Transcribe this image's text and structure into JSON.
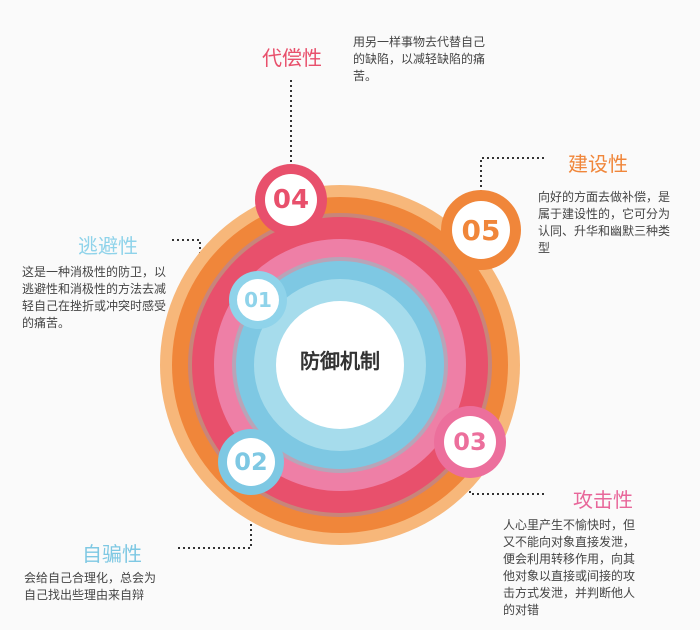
{
  "center_label": "防御机制",
  "items": [
    {
      "num": "01",
      "title": "逃避性",
      "desc": "这是一种消极性的防卫，以逃避性和消极性的方法去减轻自己在挫折或冲突时感受的痛苦。",
      "color": "#8fd3ea"
    },
    {
      "num": "02",
      "title": "自骗性",
      "desc": "会给自己合理化，总会为自己找出些理由来自辩",
      "color": "#7ec8e3"
    },
    {
      "num": "03",
      "title": "攻击性",
      "desc": "人心里产生不愉快时，但又不能向对象直接发泄，便会利用转移作用，向其他对象以直接或间接的攻击方式发泄，并判断他人的对错",
      "color": "#e8679a"
    },
    {
      "num": "04",
      "title": "代偿性",
      "desc": "用另一样事物去代替自己的缺陷，以减轻缺陷的痛苦。",
      "color": "#e8506c"
    },
    {
      "num": "05",
      "title": "建设性",
      "desc": "向好的方面去做补偿，是属于建设性的，它可分为认同、升华和幽默三种类型",
      "color": "#f0863a"
    }
  ]
}
